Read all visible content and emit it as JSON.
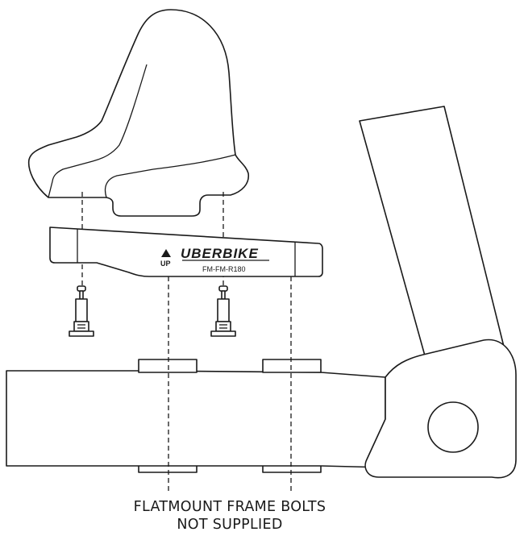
{
  "adapter": {
    "brand": "UBERBIKE",
    "model": "FM-FM-R180",
    "orientation_label": "UP"
  },
  "caption": {
    "line1": "FLATMOUNT FRAME BOLTS",
    "line2": "NOT SUPPLIED"
  },
  "icons": {
    "up_arrow": "up-triangle-icon"
  }
}
